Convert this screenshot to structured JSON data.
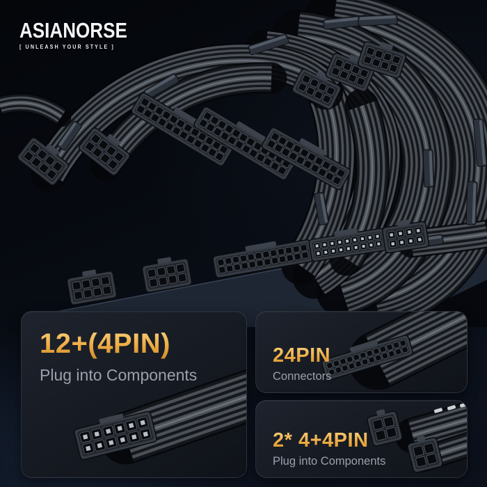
{
  "brand": {
    "name": "ASIANORSE",
    "tagline": "[ UNLEASH YOUR STYLE ]"
  },
  "features": {
    "eps12": {
      "title": "12+(4PIN)",
      "subtitle": "Plug into Components"
    },
    "atx24": {
      "title": "24PIN",
      "subtitle": "Connectors"
    },
    "cpu44": {
      "title": "2* 4+4PIN",
      "subtitle": "Plug into Components"
    }
  },
  "images": {
    "product_photo": "black-sleeved-psu-extension-cables-with-combs-and-connectors",
    "eps12_image": "12pin-connector-with-sleeved-cables",
    "atx24_image": "24pin-atx-connector-with-sleeved-cables",
    "cpu44_image": "two-4plus4pin-cpu-connectors-with-sleeved-cables"
  },
  "colors": {
    "accent_gold": "#ECAA41",
    "subtitle_gray": "#9AA1AC",
    "panel_background": "#161A22",
    "page_background": "#06090F",
    "cable_dark": "#14171C",
    "cable_light": "#4B5057"
  }
}
